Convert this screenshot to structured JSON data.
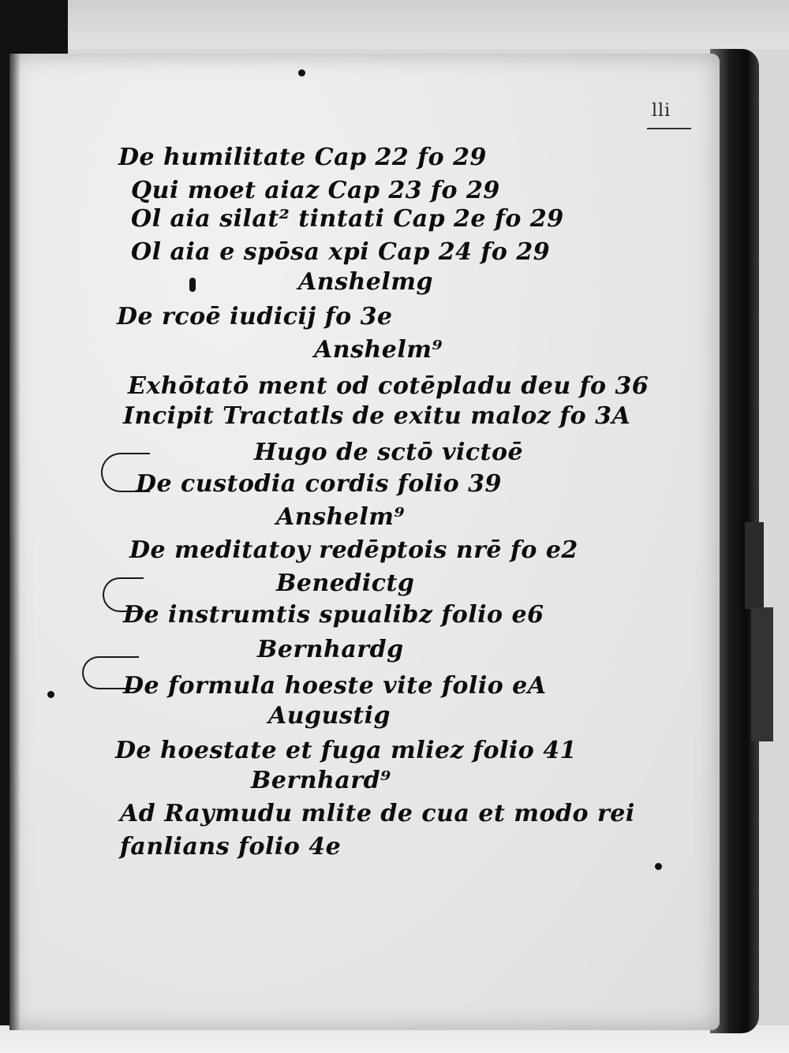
{
  "folio": {
    "number": "lli"
  },
  "index_entries": [
    {
      "text": "De humilitate Cap 22 fo 29"
    },
    {
      "text": "Qui moet aiaz Cap 23 fo 29"
    },
    {
      "text": "Ol aia silat² tintati Cap 2e fo 29"
    },
    {
      "text": "Ol aia e spōsa xpi Cap 24 fo 29"
    },
    {
      "text": "Anshelmg",
      "heading": true
    },
    {
      "text": "De rcoē iudicij fo 3e"
    },
    {
      "text": "Anshelm⁹",
      "heading": true
    },
    {
      "text": "Exhōtatō ment od cotēpladu deu fo 36"
    },
    {
      "text": "Incipit Tractatls de exitu maloz fo 3A"
    },
    {
      "text": "Hugo de sctō victoē",
      "heading": true
    },
    {
      "text": "De custodia cordis folio 39"
    },
    {
      "text": "Anshelm⁹",
      "heading": true
    },
    {
      "text": "De meditatoy redēptois nrē fo e2"
    },
    {
      "text": "Benedictg",
      "heading": true
    },
    {
      "text": "De instrumtis spualibz folio e6"
    },
    {
      "text": "Bernhardg",
      "heading": true
    },
    {
      "text": "De formula hoeste vite folio eA"
    },
    {
      "text": "Augustig",
      "heading": true
    },
    {
      "text": "De hoestate et fuga mliez folio 41"
    },
    {
      "text": "Bernhard⁹",
      "heading": true
    },
    {
      "text": "Ad Raymudu mlite de cua et modo rei"
    },
    {
      "text": "fanlians folio 4e"
    }
  ]
}
